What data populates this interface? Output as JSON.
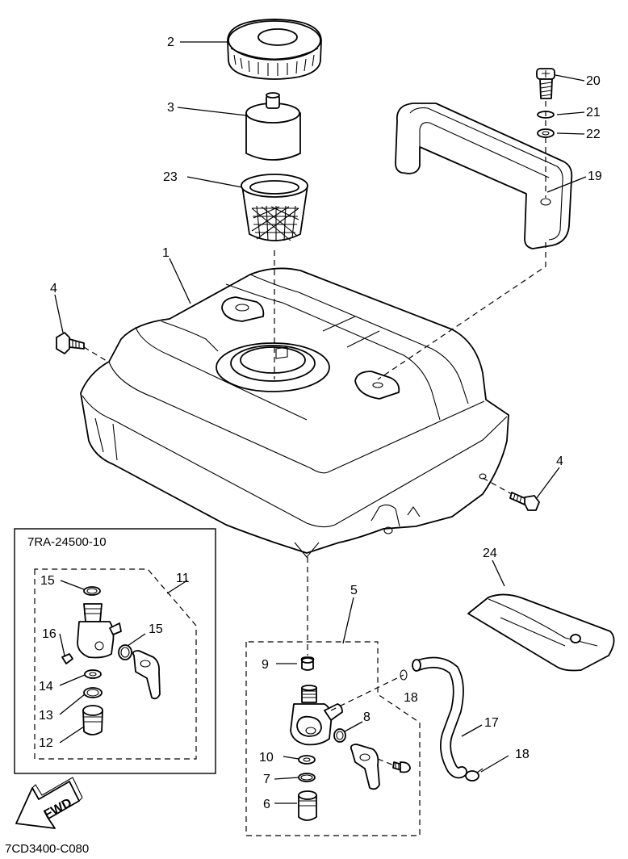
{
  "diagram": {
    "drawing_code": "7CD3400-C080",
    "kit_part_number": "7RA-24500-10",
    "direction_arrow": "FWD",
    "callouts": {
      "c1": "1",
      "c2": "2",
      "c3": "3",
      "c4a": "4",
      "c4b": "4",
      "c5": "5",
      "c6": "6",
      "c7": "7",
      "c8": "8",
      "c9": "9",
      "c10": "10",
      "c11": "11",
      "c12": "12",
      "c13": "13",
      "c14": "14",
      "c15a": "15",
      "c15b": "15",
      "c16": "16",
      "c17": "17",
      "c18a": "18",
      "c18b": "18",
      "c19": "19",
      "c20": "20",
      "c21": "21",
      "c22": "22",
      "c23": "23",
      "c24": "24"
    }
  }
}
